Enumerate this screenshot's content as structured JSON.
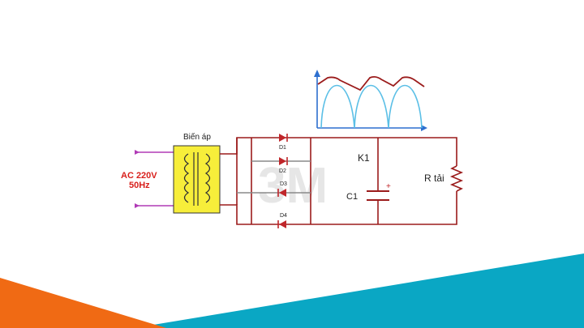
{
  "circuit": {
    "transformer_label": "Biến áp",
    "source_label_line1": "AC 220V",
    "source_label_line2": "50Hz",
    "diodes": [
      "D1",
      "D2",
      "D3",
      "D4"
    ],
    "switch_label": "K1",
    "capacitor_label": "C1",
    "capacitor_plus": "+",
    "load_label": "R tải"
  },
  "watermark": "3M",
  "colors": {
    "wire": "#9b1b1b",
    "transformer_fill": "#f7ee3a",
    "rectified_wave": "#5bbfe6",
    "ripple": "#9b1b1b",
    "orange_band": "#f06a14",
    "teal_band": "#0aa7c4",
    "source_leads": "#b03ab6"
  }
}
